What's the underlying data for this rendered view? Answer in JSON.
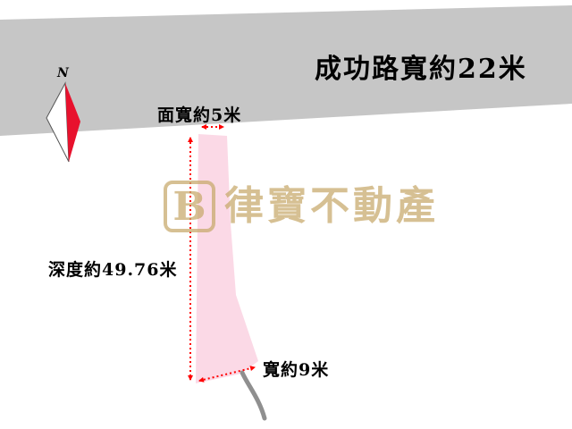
{
  "title": "成功路寬約22米",
  "labels": {
    "road": "成功路寬約22米",
    "frontage": "面寬約5米",
    "depth": "深度約49.76米",
    "width": "寬約9米",
    "compass_north": "N"
  },
  "watermark": {
    "logo": "B",
    "text": "律寶不動產"
  },
  "measurements": {
    "road_width_m": 22,
    "frontage_m": 5,
    "depth_m": 49.76,
    "width_m": 9
  },
  "colors": {
    "road_fill": "#c6c6c6",
    "parcel_fill": "#fbd9e6",
    "measure_line": "#ff0000",
    "compass_red": "#e8112d",
    "compass_white": "#ffffff",
    "tail_gray": "#8f8f8f",
    "watermark_gold": "#c9ab6f",
    "text": "#000000"
  }
}
